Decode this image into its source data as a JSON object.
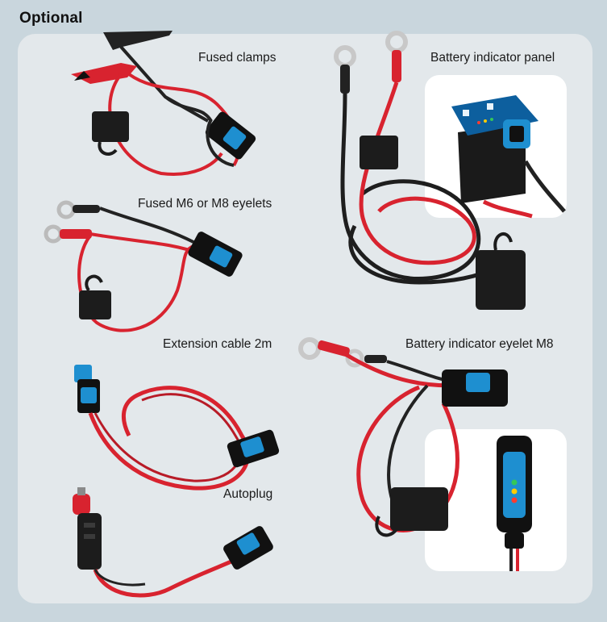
{
  "heading": "Optional",
  "accessories": [
    {
      "label": "Fused clamps"
    },
    {
      "label": "Fused M6 or M8 eyelets"
    },
    {
      "label": "Extension cable 2m"
    },
    {
      "label": "Autoplug"
    },
    {
      "label": "Battery indicator panel"
    },
    {
      "label": "Battery indicator eyelet M8"
    }
  ],
  "colors": {
    "background": "#c9d6dd",
    "panel": "#e3e8eb",
    "cable_red": "#d8232f",
    "cable_black": "#1e1e1e",
    "connector_blue": "#1e8fd0"
  }
}
